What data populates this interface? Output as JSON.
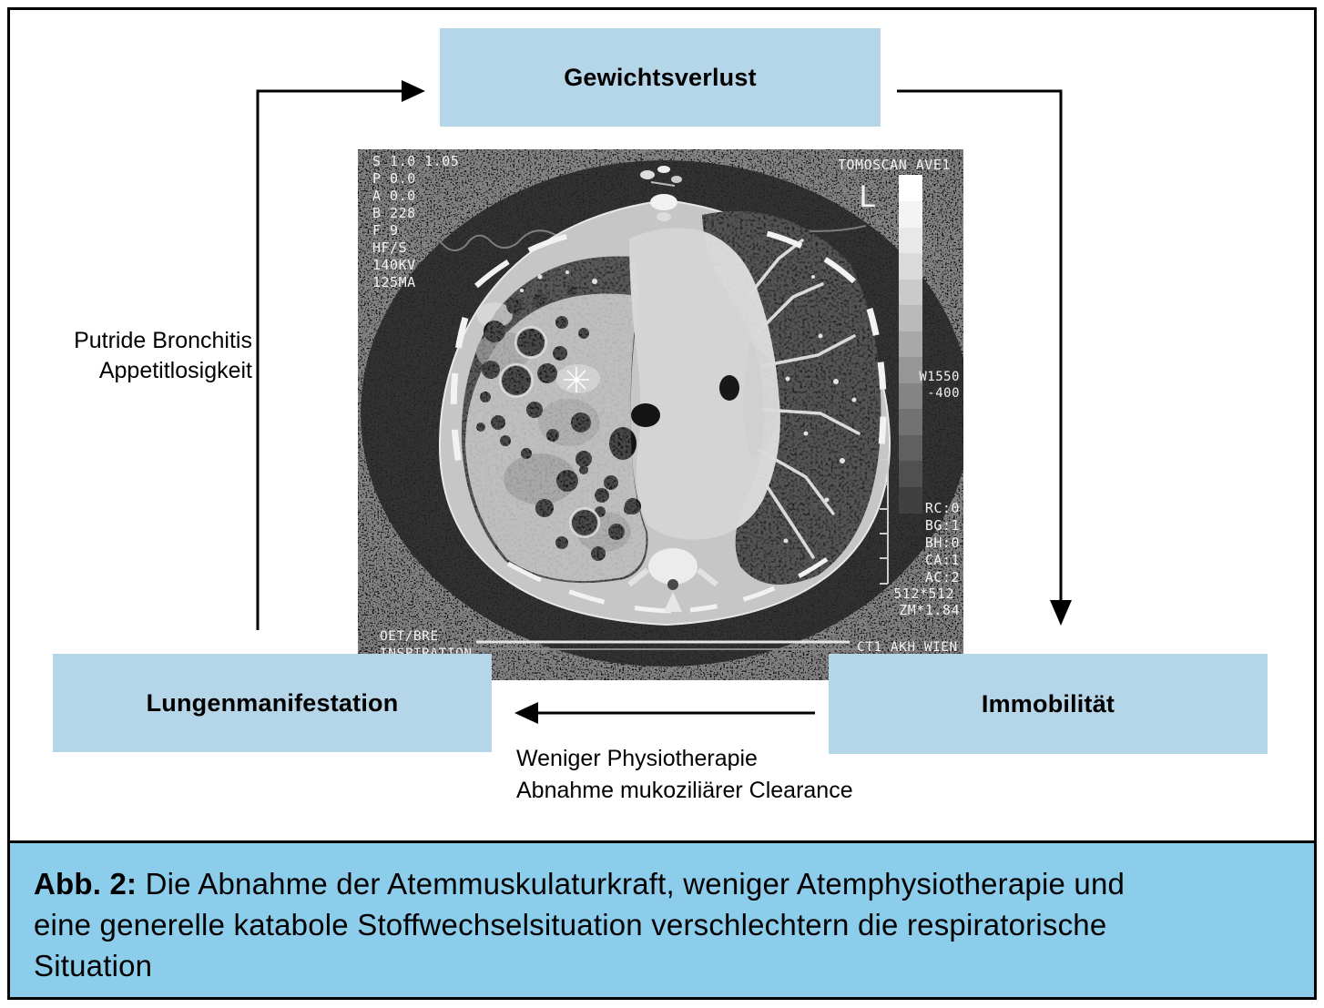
{
  "figure": {
    "nodes": {
      "top": "Gewichtsverlust",
      "bottom_left": "Lungenmanifestation",
      "bottom_right": "Immobilität"
    },
    "edge_labels": {
      "left": [
        "Putride Bronchitis",
        "Appetitlosigkeit"
      ],
      "bottom": [
        "Weniger Physiotherapie",
        "Abnahme mukoziliärer Clearance"
      ]
    }
  },
  "ct_scan": {
    "top_left_lines": [
      "S 1.0 1.05",
      "P  0.0",
      "A  0.0",
      "B 228",
      "F 9",
      "HF/S",
      "140KV",
      "125MA"
    ],
    "scanner_name": "TOMOSCAN AVE1",
    "orientation_marker": "L",
    "window_lines": [
      "W1550",
      "-400"
    ],
    "param_lines": [
      "RC:0",
      "BG:1",
      "BH:0",
      "CA:1",
      "AC:2"
    ],
    "matrix": "512*512",
    "zoom_factor": "ZM*1.84",
    "bottom_left_lines": [
      "OET/BRE",
      "INSPIRATION"
    ],
    "station": "CT1  AKH WIEN"
  },
  "caption": {
    "label": "Abb. 2:",
    "lines": [
      "Die Abnahme der Atemmuskulaturkraft, weniger Atemphysiotherapie und",
      "eine generelle katabole Stoffwechselsituation verschlechtern die respiratorische",
      "Situation"
    ]
  },
  "colors": {
    "node_fill": "#b5d5e8",
    "caption_fill": "#8ccdec",
    "line": "#000000"
  }
}
